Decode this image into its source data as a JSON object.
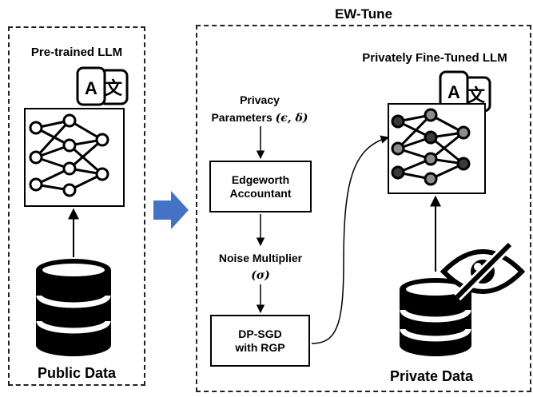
{
  "left_panel": {
    "title": "Pre-trained LLM",
    "data_label": "Public Data"
  },
  "right_panel": {
    "header": "EW-Tune",
    "title": "Privately Fine-Tuned LLM",
    "data_label": "Private Data",
    "privacy_params": {
      "line1": "Privacy",
      "line2": "Parameters",
      "open": "(",
      "epsilon": "ϵ",
      "sep": ",",
      "delta": "δ",
      "close": ")"
    },
    "accountant_box": {
      "line1": "Edgeworth",
      "line2": "Accountant"
    },
    "noise_multiplier": {
      "label": "Noise Multiplier",
      "symbol": "(σ)"
    },
    "dpsgd_box": {
      "line1": "DP-SGD",
      "line2": "with RGP"
    }
  },
  "icons": {
    "translate_letter_a": "A",
    "translate_letter_b": "文"
  },
  "colors": {
    "transfer_arrow": "#4472C4",
    "node_dark": "#3a3a3a",
    "node_gray": "#8c8c8c"
  }
}
